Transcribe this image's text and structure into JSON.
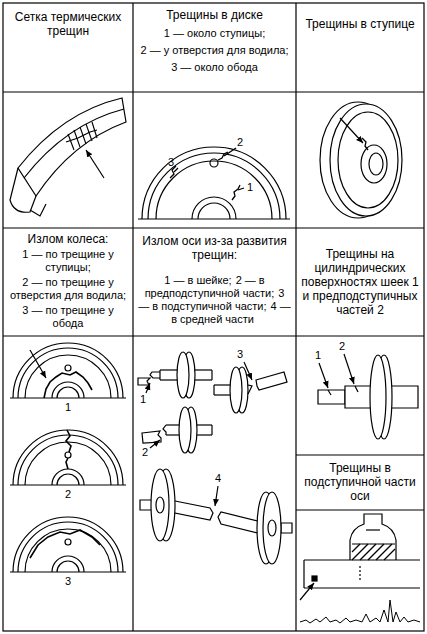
{
  "diagram": {
    "labels": [
      "Сетка термических трещин",
      "Трещины в диске",
      "1 — около ступицы;",
      "2 — у отверстия для водила;",
      "3 — около обода",
      "Трещины в ступице",
      "3",
      "2",
      "1",
      "Излом колеса:",
      "1 — по трещине у ступицы;",
      "2 — по трещине у отверстия для водила;",
      "3 — по трещине у обода",
      "Излом оси из-за развития трещин:",
      "1 — в шейке;",
      "2 — в предподступичной части;",
      "3 — в подступичной части;",
      "4 — в средней части",
      "Трещины на цилиндрических поверхностях шеек 1 и предподступичных частей 2",
      "1",
      "2",
      "3",
      "1",
      "2",
      "3",
      "4",
      "1",
      "2",
      "Трещины в подступичной части оси"
    ]
  }
}
